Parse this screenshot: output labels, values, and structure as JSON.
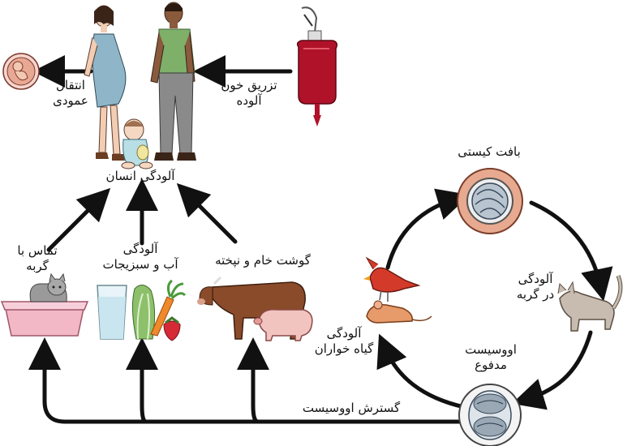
{
  "labels": {
    "vertical_transmission": [
      "انتقال",
      "عمودی"
    ],
    "contaminated_blood": [
      "تزریق خون",
      "آلوده"
    ],
    "human_infection": "آلودگی انسان",
    "cat_contact": [
      "تماس با",
      "گربه"
    ],
    "water_vegetables": [
      "آلودگی",
      "آب و سبزیجات"
    ],
    "raw_meat": "گوشت خام و نپخته",
    "tissue_cyst": "بافت کیستی",
    "cat_infection": [
      "آلودگی",
      "در گربه"
    ],
    "fecal_oocyst": [
      "اووسیست",
      "مدفوع"
    ],
    "herbivore_infection": [
      "آلودگی",
      "گیاه خواران"
    ],
    "oocyst_spread": "گسترش اووسیست"
  },
  "colors": {
    "arrow": "#111111",
    "blood": "#b0122a",
    "cyst_outer": "#e7a98f",
    "shirt_green": "#7fb06a",
    "dress_blue": "#8fb5c8",
    "cow_brown": "#8a4b2a",
    "pig_pink": "#f2c4c0",
    "cardinal_red": "#d43a2a",
    "litter_pink": "#f2b8c6"
  },
  "icons": [
    "fetus-icon",
    "blood-bag-icon",
    "pregnant-woman-icon",
    "man-icon",
    "baby-icon",
    "cat-litter-icon",
    "water-glass-icon",
    "lettuce-icon",
    "carrot-icon",
    "strawberry-icon",
    "cow-icon",
    "pig-icon",
    "cardinal-icon",
    "mouse-icon",
    "tissue-cyst-icon",
    "cat-icon",
    "oocyst-icon"
  ]
}
